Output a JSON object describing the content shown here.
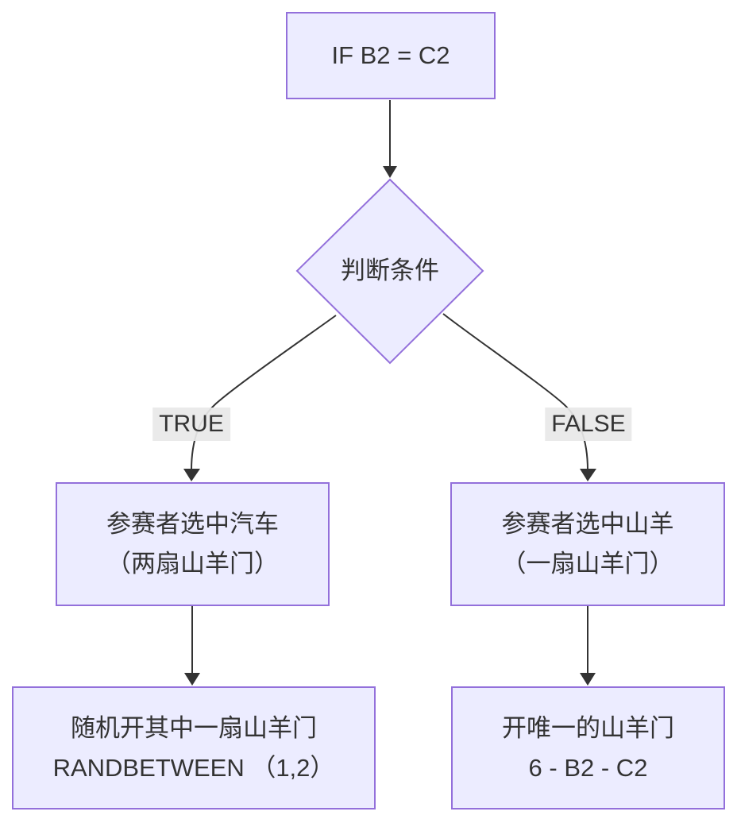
{
  "diagram": {
    "type": "flowchart",
    "direction": "top-down",
    "colors": {
      "node_fill": "#ECECFF",
      "node_border": "#9370DB",
      "edge": "#333333",
      "text": "#333333",
      "edge_label_bg": "#e8e8e8",
      "background": "#ffffff"
    },
    "nodes": {
      "start": {
        "shape": "rectangle",
        "label": "IF B2 = C2"
      },
      "decision": {
        "shape": "diamond",
        "label": "判断条件"
      },
      "chose_car": {
        "shape": "rectangle",
        "line1": "参赛者选中汽车",
        "line2": "（两扇山羊门）"
      },
      "chose_goat": {
        "shape": "rectangle",
        "line1": "参赛者选中山羊",
        "line2": "（一扇山羊门）"
      },
      "open_random": {
        "shape": "rectangle",
        "line1": "随机开其中一扇山羊门",
        "line2": "RANDBETWEEN （1,2）"
      },
      "open_only": {
        "shape": "rectangle",
        "line1": "开唯一的山羊门",
        "line2": "6 - B2 - C2"
      }
    },
    "edges": [
      {
        "from": "start",
        "to": "decision",
        "label": ""
      },
      {
        "from": "decision",
        "to": "chose_car",
        "label": "TRUE"
      },
      {
        "from": "decision",
        "to": "chose_goat",
        "label": "FALSE"
      },
      {
        "from": "chose_car",
        "to": "open_random",
        "label": ""
      },
      {
        "from": "chose_goat",
        "to": "open_only",
        "label": ""
      }
    ],
    "edge_labels": {
      "true": "TRUE",
      "false": "FALSE"
    }
  }
}
